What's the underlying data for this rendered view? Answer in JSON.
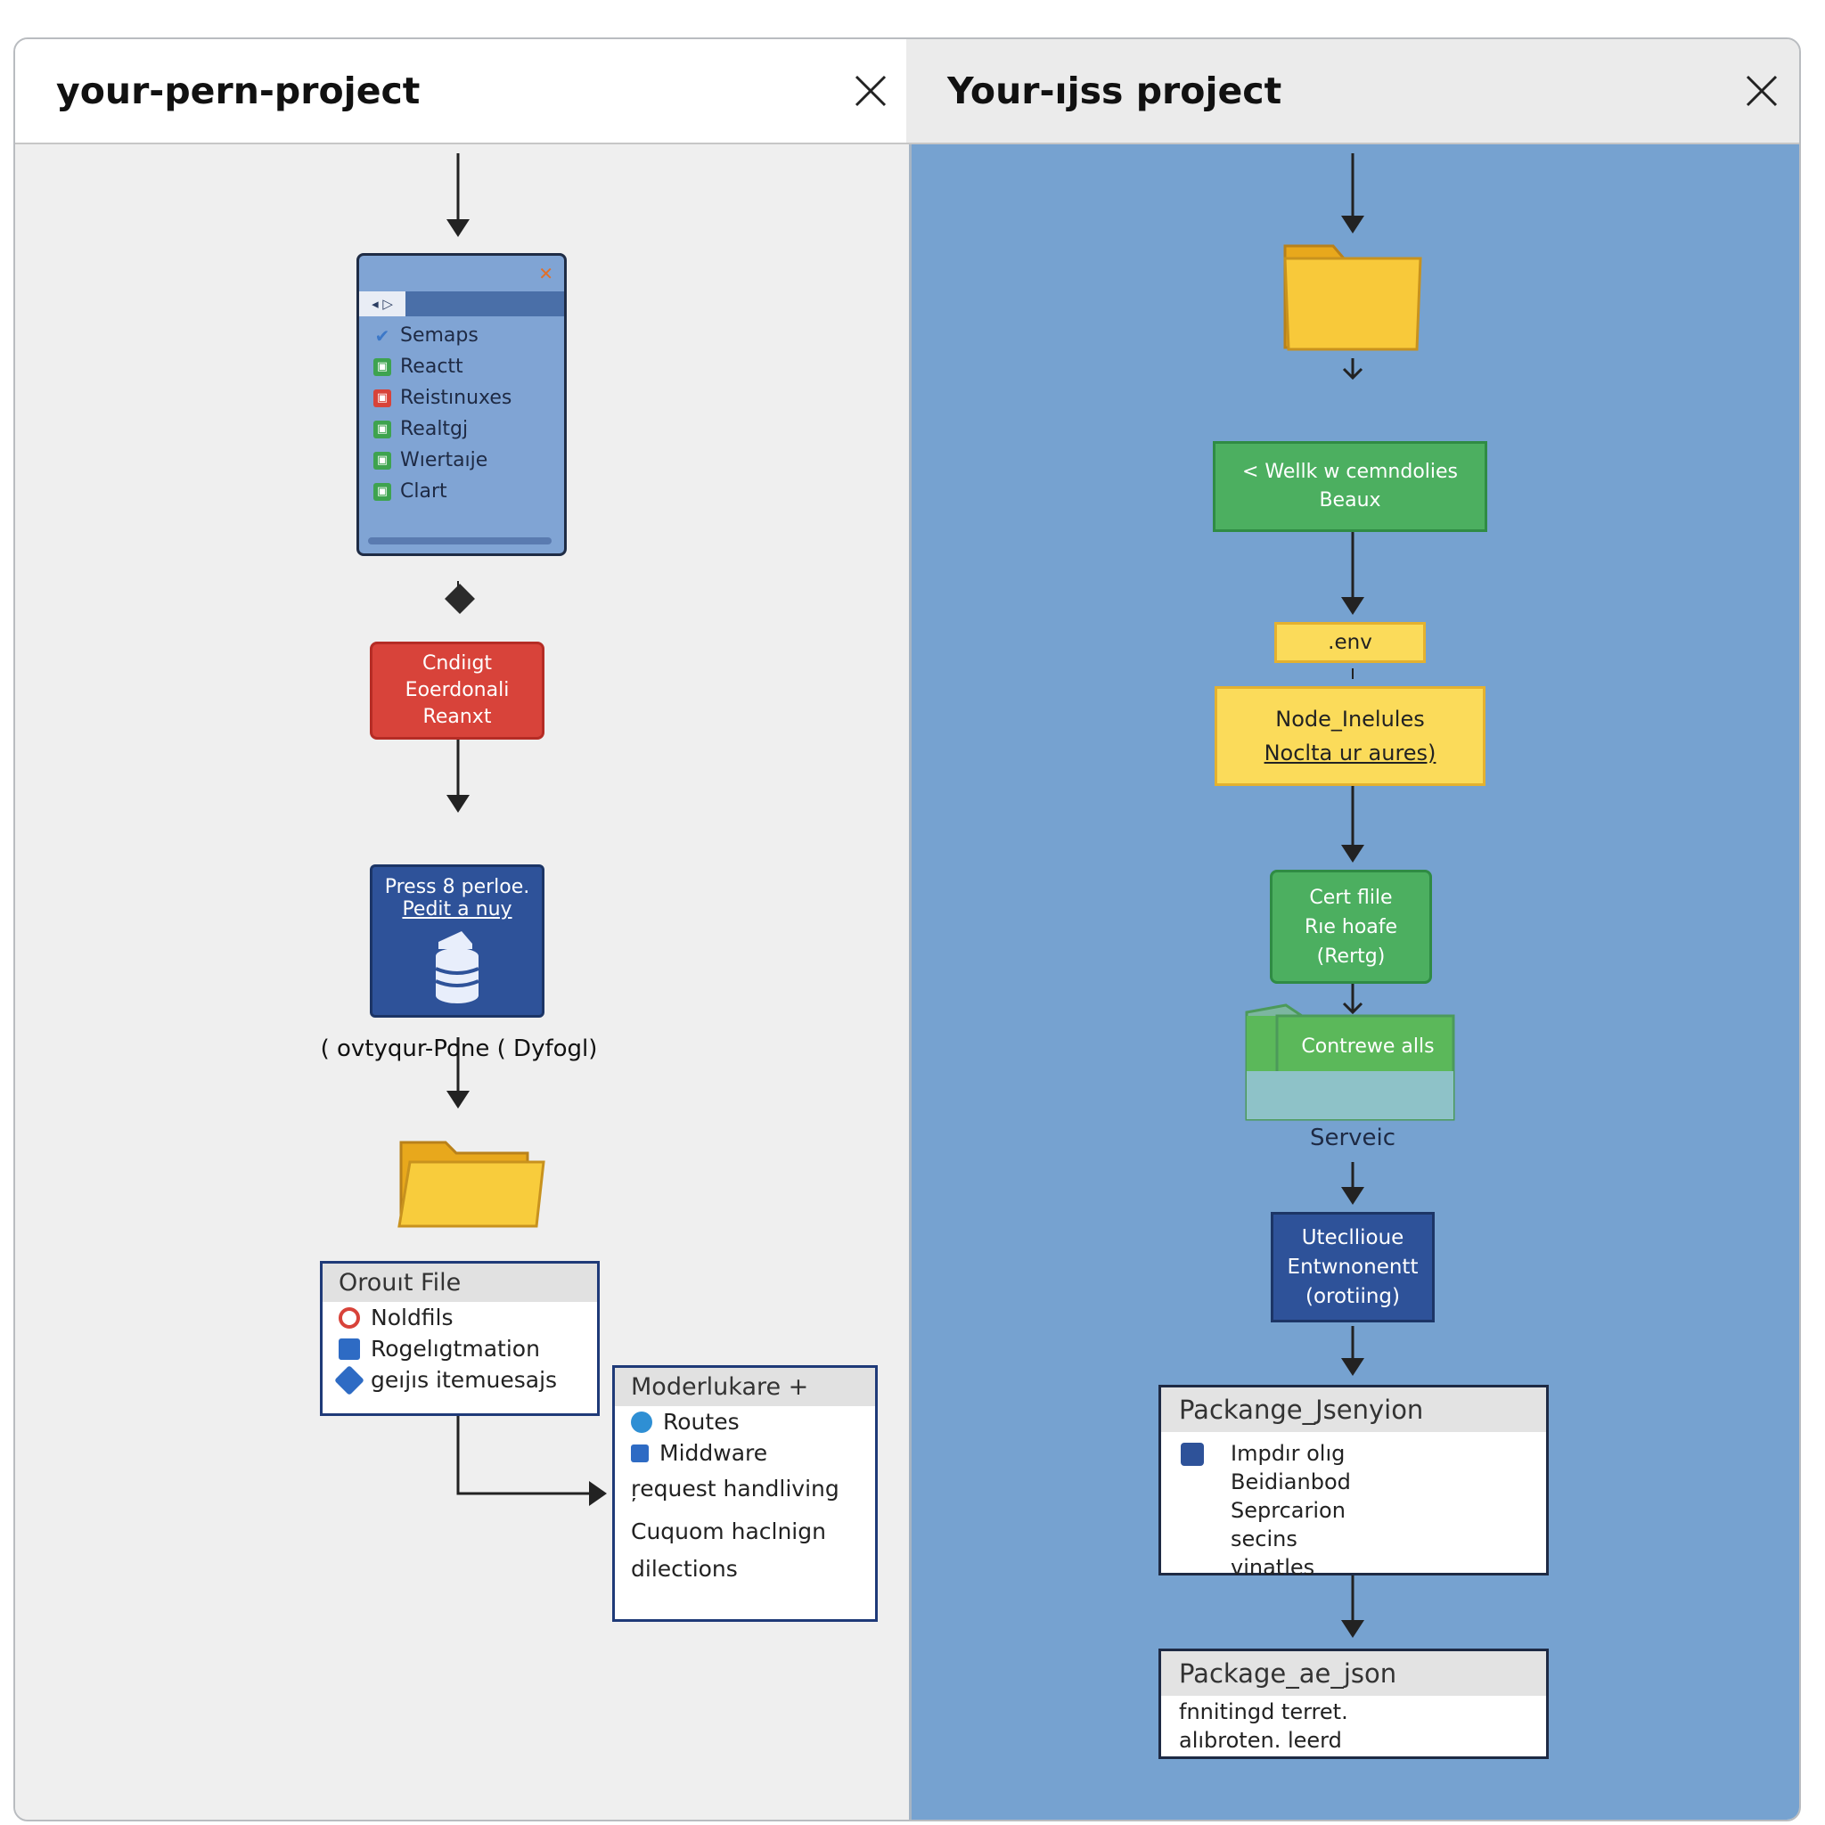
{
  "tabs": [
    {
      "title": "your-pern-project"
    },
    {
      "title": "Your-ıjss project"
    }
  ],
  "left": {
    "phone": {
      "tab_label": "◂ ▷",
      "items": [
        {
          "label": "Semaps",
          "color": "#3c78c8"
        },
        {
          "label": "Reactt",
          "color": "#3ea34f"
        },
        {
          "label": "Reistınuxes",
          "color": "#d8433a"
        },
        {
          "label": "Realtgj",
          "color": "#3ea34f"
        },
        {
          "label": "Wıertaıje",
          "color": "#3ea34f"
        },
        {
          "label": "Clart",
          "color": "#3ea34f"
        }
      ]
    },
    "red_box": {
      "lines": [
        "Cndiıgt",
        "Eoerdonali",
        "Reanxt"
      ]
    },
    "db_box": {
      "lines": [
        "Press 8 perloe.",
        "Pedit a nuy"
      ]
    },
    "db_caption": "( ovtyqur-Pone ( Dyfogl)",
    "file_card": {
      "title": "Orouıt File",
      "rows": [
        {
          "label": "Noldfils",
          "color": "#d8433a"
        },
        {
          "label": "Rogelıgtmation",
          "color": "#2e6bc4"
        },
        {
          "label": "geıjıs itemuesajs",
          "color": "#2e6bc4"
        }
      ]
    },
    "middleware_card": {
      "title": "Moderlukare +",
      "rows": [
        {
          "label": "Routes",
          "color": "#2e8fd4"
        },
        {
          "label": "Middware",
          "color": "#2e6bc4"
        }
      ],
      "text_lines": [
        "ŗequest handliving",
        "Cuquom haclnign",
        "dilections"
      ]
    }
  },
  "right": {
    "green_box": {
      "lines": [
        "<  Wellk w cemndolies",
        "Beaux"
      ]
    },
    "env_label": ".env",
    "node_box": {
      "lines": [
        "Node_Inelules",
        "Noclta ur aures)"
      ]
    },
    "cert_box": {
      "lines": [
        "Cert flile",
        "Rıe hoafe",
        "(Rertg)"
      ]
    },
    "folder_box": {
      "label": "Contrewe alls"
    },
    "service_label": "Serveic",
    "env_box": {
      "lines": [
        "Utecllioue",
        "Entwnonentt",
        "(orotiing)"
      ]
    },
    "pkg1": {
      "title": "Packange_Jsenyion",
      "lines": [
        "Impdır olıg",
        "Beidianbod",
        "Seprcarion",
        "secins",
        "vinatles"
      ]
    },
    "pkg2": {
      "title": "Package_ae_json",
      "lines": [
        "fnnitingd terret.",
        "alıbroten. leerd"
      ]
    }
  },
  "colors": {
    "left_bg": "#efefef",
    "right_bg": "#76a2d0",
    "green": "#4caf60",
    "yellow": "#fbdb5a",
    "navy": "#2e5299",
    "red": "#d8433a"
  }
}
